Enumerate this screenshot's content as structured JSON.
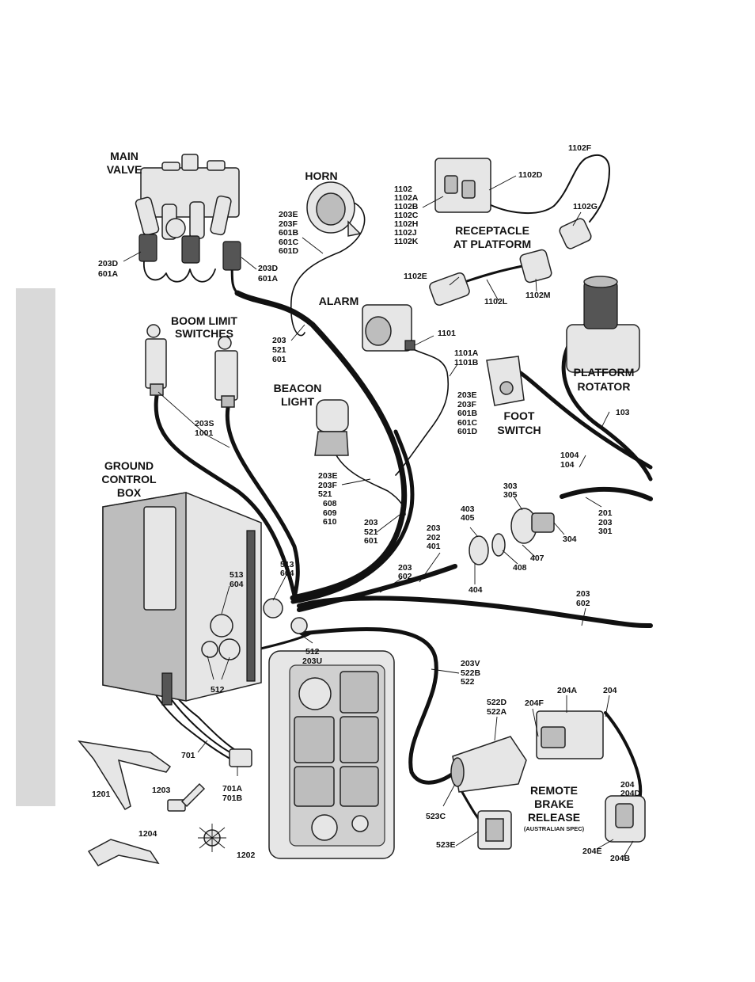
{
  "colors": {
    "side_tab": "#d9d9d9",
    "ink": "#111111",
    "part_fill": "#e6e6e6",
    "part_dark": "#bdbdbd"
  },
  "callouts": {
    "main_valve": [
      "MAIN",
      "VALVE"
    ],
    "horn": "HORN",
    "receptacle": [
      "RECEPTACLE",
      "AT PLATFORM"
    ],
    "alarm": "ALARM",
    "boom_limit": [
      "BOOM LIMIT",
      "SWITCHES"
    ],
    "beacon": [
      "BEACON",
      "LIGHT"
    ],
    "platform_rotator": [
      "PLATFORM",
      "ROTATOR"
    ],
    "foot_switch": [
      "FOOT",
      "SWITCH"
    ],
    "ground_control": [
      "GROUND",
      "CONTROL",
      "BOX"
    ],
    "remote_brake": [
      "REMOTE",
      "BRAKE",
      "RELEASE"
    ],
    "australian_spec": "(AUSTRALIAN SPEC)"
  },
  "parts": {
    "p203d_601a_left": [
      "203D",
      "601A"
    ],
    "p203d_601a_right": [
      "203D",
      "601A"
    ],
    "horn_wires": [
      "203E",
      "203F",
      "601B",
      "601C",
      "601D"
    ],
    "p1102_group": [
      "1102",
      "1102A",
      "1102B",
      "1102C",
      "1102H",
      "1102J",
      "1102K"
    ],
    "p1102d": "1102D",
    "p1102f": "1102F",
    "p1102g": "1102G",
    "p1102e": "1102E",
    "p1102l": "1102L",
    "p1102m": "1102M",
    "p203_521_601_top": [
      "203",
      "521",
      "601"
    ],
    "p1101": "1101",
    "p1101ab": [
      "1101A",
      "1101B"
    ],
    "alarm_wires": [
      "203E",
      "203F",
      "601B",
      "601C",
      "601D"
    ],
    "p203s_1001": [
      "203S",
      "1001"
    ],
    "beacon_wires": [
      "203E",
      "203F",
      "521",
      "608",
      "609",
      "610"
    ],
    "p203_521_601_mid": [
      "203",
      "521",
      "601"
    ],
    "p203_202_401": [
      "203",
      "202",
      "401"
    ],
    "p403_405": [
      "403",
      "405"
    ],
    "p303_305": [
      "303",
      "305"
    ],
    "p103": "103",
    "p1004_104": [
      "1004",
      "104"
    ],
    "p201_203_301": [
      "201",
      "203",
      "301"
    ],
    "p304": "304",
    "p407": "407",
    "p408": "408",
    "p404": "404",
    "p203_602_mid": [
      "203",
      "602"
    ],
    "p203_602_right": [
      "203",
      "602"
    ],
    "p513_604_box": [
      "513",
      "604"
    ],
    "p513_604_cable": [
      "513",
      "604"
    ],
    "p512_203u": [
      "512",
      "203U"
    ],
    "p512": "512",
    "p203v_522b_522": [
      "203V",
      "522B",
      "522"
    ],
    "p522d_522a": [
      "522D",
      "522A"
    ],
    "p204f": "204F",
    "p204a": "204A",
    "p204": "204",
    "p204_204d": [
      "204",
      "204D"
    ],
    "p523c": "523C",
    "p523e": "523E",
    "p204e": "204E",
    "p204b": "204B",
    "p701": "701",
    "p701ab": [
      "701A",
      "701B"
    ],
    "p1201": "1201",
    "p1203": "1203",
    "p1204": "1204",
    "p1202": "1202"
  }
}
